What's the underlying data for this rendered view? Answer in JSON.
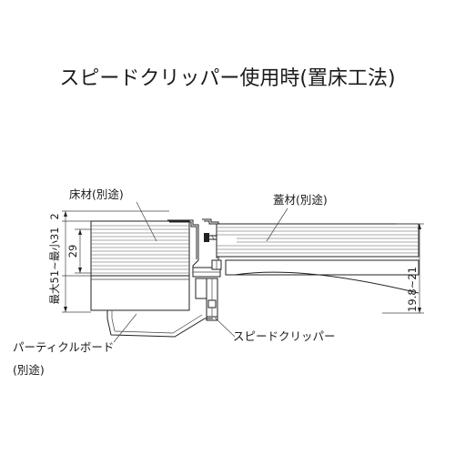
{
  "title": "スピードクリッパー使用時(置床工法)",
  "labels": {
    "floor_material": "床材(別途)",
    "cover_material": "蓋材(別途)",
    "particle_board_line1": "パーティクルボード",
    "particle_board_line2": "(別途)",
    "speed_clipper": "スピードクリッパー"
  },
  "dimensions": {
    "top_gap": "2",
    "floor_range": "最大51~最小31",
    "floor_inner": "29",
    "cover_range": "19.8~21"
  }
}
